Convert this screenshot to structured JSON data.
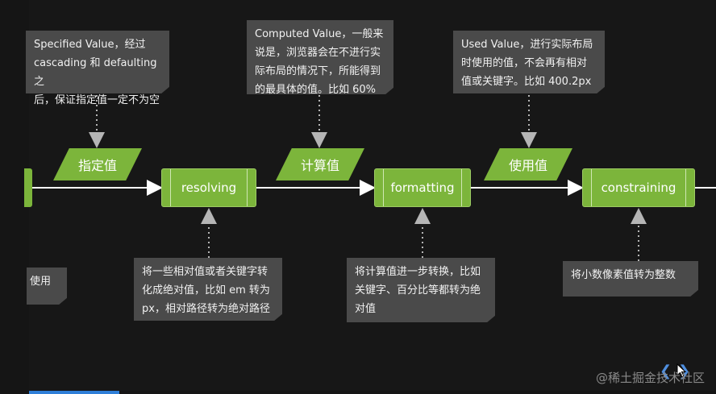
{
  "notes": {
    "specified": "Specified Value，经过\ncascading 和 defaulting 之\n后，保证指定值一定不为空",
    "computed": "Computed Value，一般来\n说是，浏览器会在不进行实\n际布局的情况下，所能得到\n的最具体的值。比如 60%",
    "used": "Used Value，进行实际布局\n时使用的值，不会再有相对\n值或关键字。比如 400.2px",
    "resolving": "将一些相对值或者关键字转\n化成绝对值，比如 em 转为\npx，相对路径转为绝对路径",
    "formatting": "将计算值进一步转换，比如\n关键字、百分比等都转为绝\n对值",
    "constraining": "将小数像素值转为整数",
    "left_fragment": "使用"
  },
  "values": {
    "specified": "指定值",
    "computed": "计算值",
    "used": "使用值"
  },
  "steps": {
    "resolving": "resolving",
    "formatting": "formatting",
    "constraining": "constraining"
  },
  "watermark": "@稀土掘金技术社区",
  "colors": {
    "green": "#7cb53b",
    "note_bg": "#4a4a4a",
    "background": "#171717",
    "accent_blue": "#2f7fd8"
  },
  "icons": [
    "chevron-left-icon",
    "chevron-right-icon",
    "mouse-cursor-icon"
  ]
}
